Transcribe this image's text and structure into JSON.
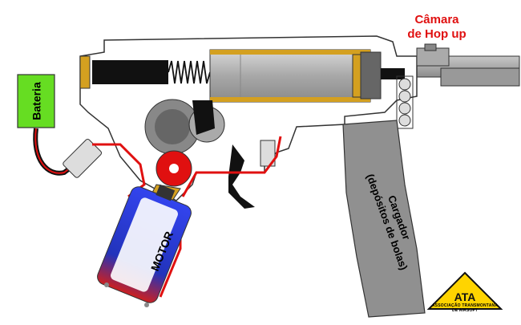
{
  "labels": {
    "hop_up": "Câmara\nde Hop up",
    "hop_up_line1": "Câmara",
    "hop_up_line2": "de Hop up",
    "battery": "Bateria",
    "motor": "MOTOR",
    "magazine_line1": "Cargador",
    "magazine_line2": "(depósitos de bolas)",
    "logo_text": "ASSOCIAÇÃO TRANSMONTANA DE AIRSOFT",
    "logo_mark": "ATA"
  },
  "colors": {
    "wire": "#e01010",
    "battery": "#66dd22",
    "motor_body": "#2233cc",
    "motor_end": "#cc2020",
    "magazine": "#909090",
    "barrel": "#aaaaaa",
    "logo_yellow": "#ffd400"
  }
}
